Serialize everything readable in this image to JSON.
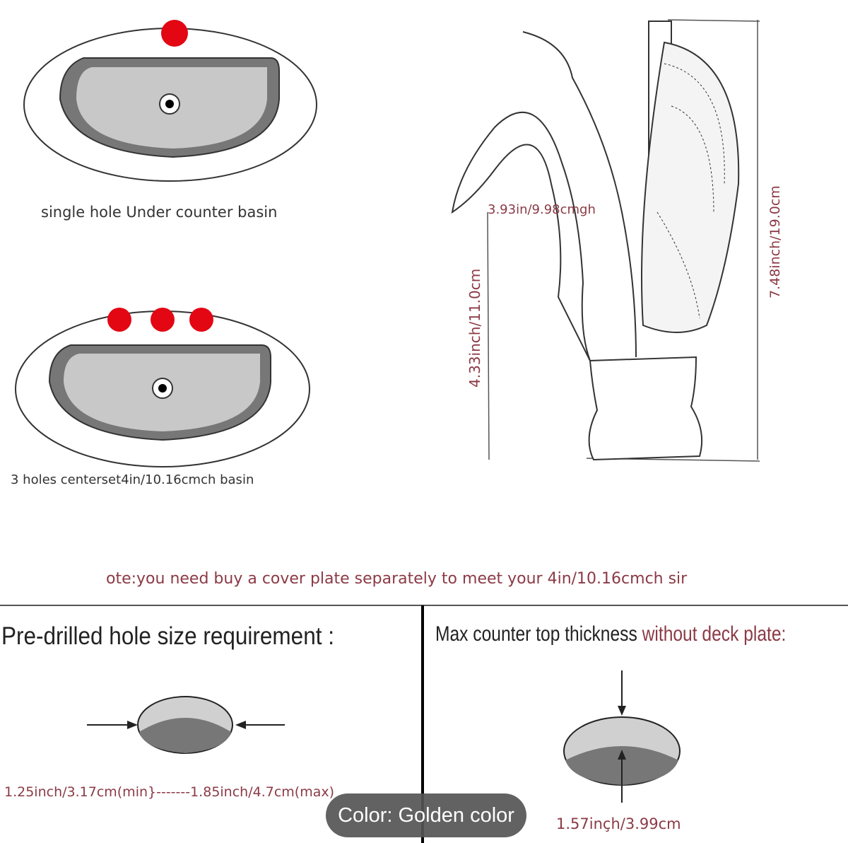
{
  "basins": {
    "single": {
      "caption": "single hole Under counter basin"
    },
    "triple": {
      "caption": "3 holes centerset4in/10.16cmch basin"
    }
  },
  "faucet": {
    "spout_reach": "3.93in/9.98cmgh",
    "spout_height": "4.33inch/11.0cm",
    "total_height": "7.48inch/19.0cm"
  },
  "note": "ote:you need buy a cover plate separately to meet your 4in/10.16cmch sir",
  "hole_size": {
    "title": "Pre-drilled hole size requirement :",
    "range": "1.25inch/3.17cm(min}-------1.85inch/4.7cm(max)"
  },
  "thickness": {
    "title_plain": "Max counter top thickness",
    "title_accent": "without deck plate:",
    "value": "1.57inçh/3.99cm"
  },
  "badge": {
    "color_label": "Color: Golden color"
  },
  "colors": {
    "accent": "#8b3a45",
    "hole_red": "#e30613"
  }
}
